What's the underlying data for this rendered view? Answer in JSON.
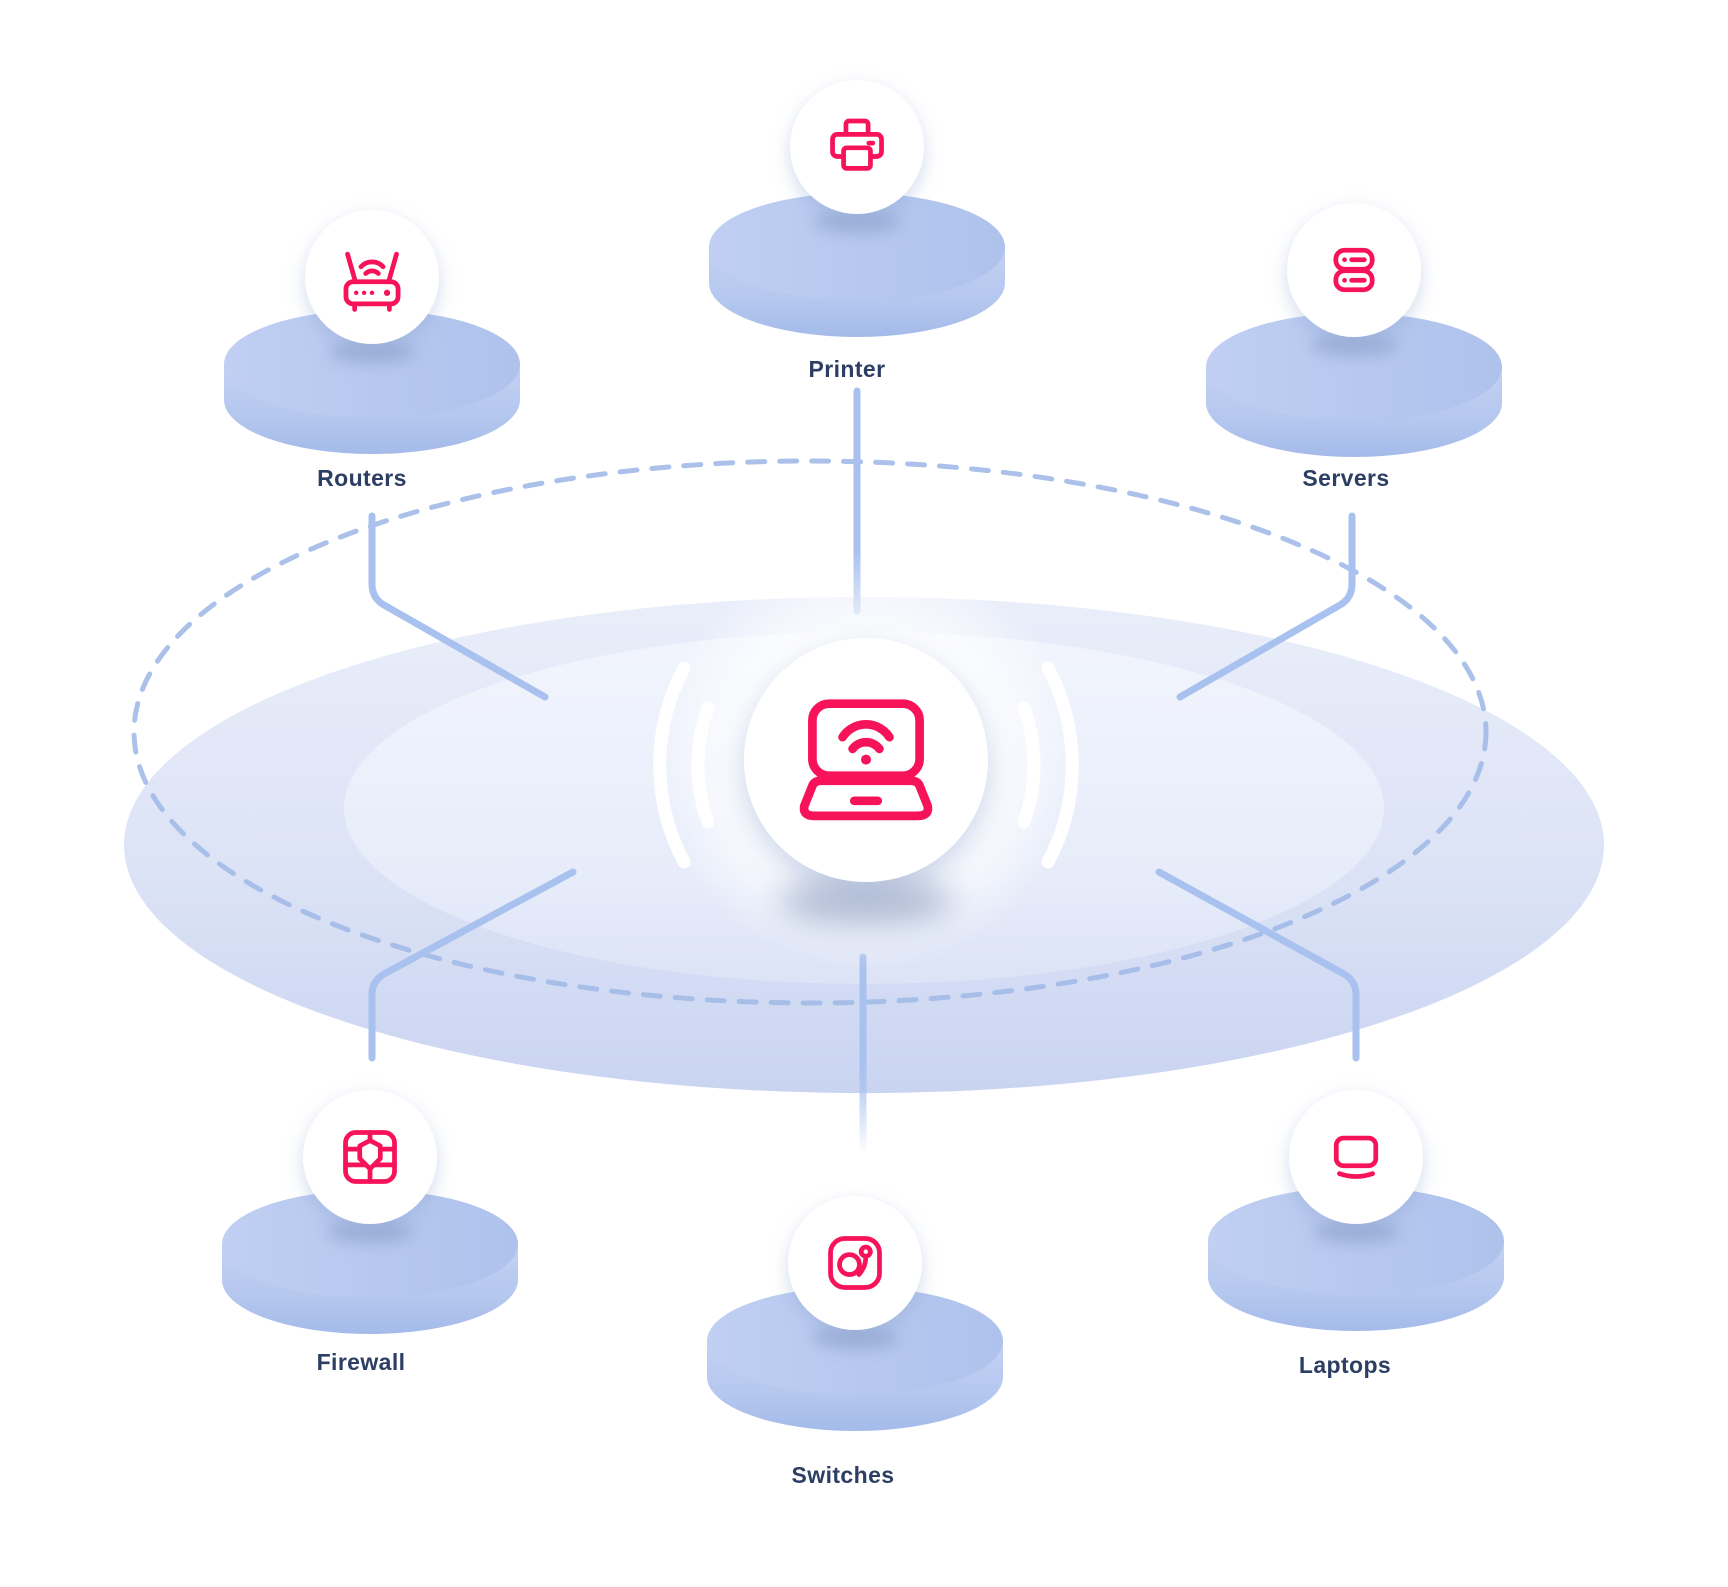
{
  "diagram": {
    "type": "network-topology",
    "center_node": {
      "id": "wireless-laptop",
      "icon": "wireless-laptop-icon",
      "label": ""
    },
    "nodes": [
      {
        "id": "printer",
        "label": "Printer",
        "icon": "printer-icon",
        "position": "top-center"
      },
      {
        "id": "routers",
        "label": "Routers",
        "icon": "router-icon",
        "position": "top-left"
      },
      {
        "id": "servers",
        "label": "Servers",
        "icon": "server-icon",
        "position": "top-right"
      },
      {
        "id": "firewall",
        "label": "Firewall",
        "icon": "firewall-icon",
        "position": "bottom-left"
      },
      {
        "id": "switches",
        "label": "Switches",
        "icon": "switch-icon",
        "position": "bottom-center"
      },
      {
        "id": "laptops",
        "label": "Laptops",
        "icon": "laptop-icon",
        "position": "bottom-right"
      }
    ],
    "colors": {
      "accent": "#F7135A",
      "label_text": "#2C3E63",
      "cylinder": "#B5C8EF",
      "connector": "#A8C1EF",
      "dashed_ring": "#A2BAE8",
      "plate": "#DDE4F6",
      "node_background": "#FFFFFF"
    }
  }
}
